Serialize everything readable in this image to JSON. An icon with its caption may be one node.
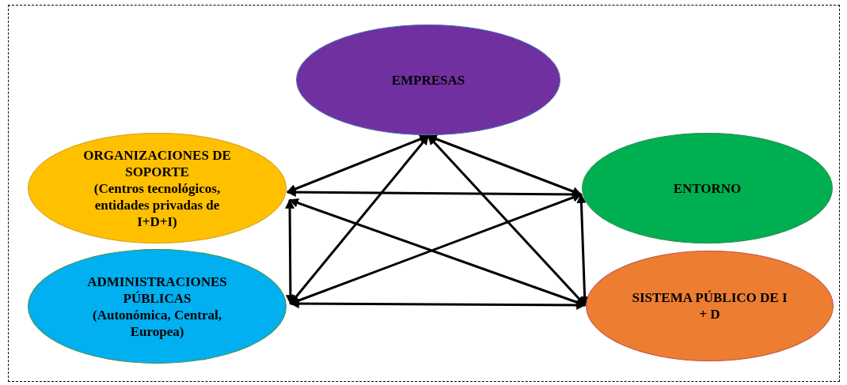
{
  "diagram": {
    "nodes": [
      {
        "text": [
          "EMPRESAS"
        ]
      },
      {
        "text": [
          "ORGANIZACIONES DE SOPORTE",
          "(Centros tecnológicos, entidades privadas de I+D+I)"
        ]
      },
      {
        "text": [
          "ENTORNO"
        ]
      },
      {
        "text": [
          "ADMINISTRACIONES PÚBLICAS",
          "(Autonómica, Central, Europea)"
        ]
      },
      {
        "text": [
          "SISTEMA PÚBLICO DE I + D"
        ]
      }
    ],
    "edges": [
      {
        "from": 0,
        "to": 1,
        "arrow": "both"
      },
      {
        "from": 0,
        "to": 2,
        "arrow": "both"
      },
      {
        "from": 0,
        "to": 3,
        "arrow": "both"
      },
      {
        "from": 0,
        "to": 4,
        "arrow": "both"
      },
      {
        "from": 1,
        "to": 2,
        "arrow": "both"
      },
      {
        "from": 1,
        "to": 3,
        "arrow": "both"
      },
      {
        "from": 1,
        "to": 4,
        "arrow": "both"
      },
      {
        "from": 2,
        "to": 3,
        "arrow": "both"
      },
      {
        "from": 2,
        "to": 4,
        "arrow": "both"
      },
      {
        "from": 3,
        "to": 4,
        "arrow": "both"
      }
    ]
  }
}
